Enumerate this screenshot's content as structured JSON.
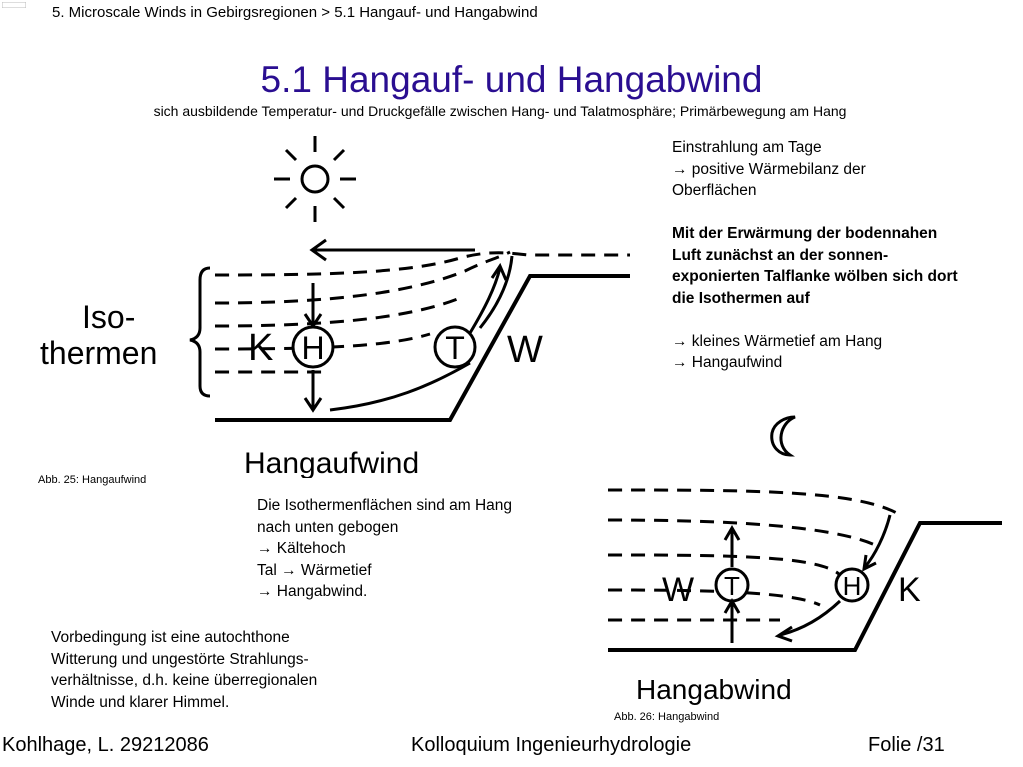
{
  "header": {
    "breadcrumb": "5. Microscale Winds in Gebirgsregionen > 5.1 Hangauf- und Hangabwind",
    "title": "5.1 Hangauf- und Hangabwind",
    "subtitle": "sich ausbildende Temperatur- und Druckgefälle zwischen Hang- und Talatmosphäre; Primärbewegung am Hang"
  },
  "figure1": {
    "caption": "Abb. 25: Hangaufwind",
    "label_iso_1": "Iso-",
    "label_iso_2": "thermen",
    "label_k": "K",
    "label_h": "H",
    "label_t": "T",
    "label_w": "W",
    "bottom_label": "Hangaufwind"
  },
  "figure2": {
    "caption": "Abb. 26: Hangabwind",
    "label_w": "W",
    "label_t": "T",
    "label_h": "H",
    "label_k": "K",
    "bottom_label": "Hangabwind"
  },
  "right_text": {
    "line1": "Einstrahlung am Tage",
    "line2": "→ positive Wärmebilanz der",
    "line3": "Oberflächen",
    "bold1": "Mit der Erwärmung der bodennahen",
    "bold2": "Luft zunächst an der sonnen-",
    "bold3": "exponierten Talflanke wölben sich dort",
    "bold4": "die Isothermen auf",
    "line4": "→ kleines Wärmetief am Hang",
    "line5": "→ Hangaufwind"
  },
  "mid_text": {
    "line1": "Die Isothermenflächen sind am Hang",
    "line2": "nach unten gebogen",
    "line3": "→ Kältehoch",
    "line4": "Tal → Wärmetief",
    "line5": "→ Hangabwind."
  },
  "bottom_text": {
    "line1": "Vorbedingung ist eine autochthone",
    "line2": "Witterung und ungestörte Strahlungs-",
    "line3": "verhältnisse, d.h. keine überregionalen",
    "line4": "Winde und klarer Himmel."
  },
  "footer": {
    "author": "Kohlhage, L. 29212086",
    "event": "Kolloquium Ingenieurhydrologie",
    "slide": "Folie /31"
  },
  "colors": {
    "title": "#2a0e91",
    "text": "#000000",
    "background": "#ffffff"
  },
  "icons": [
    "sun-icon",
    "moon-icon"
  ]
}
